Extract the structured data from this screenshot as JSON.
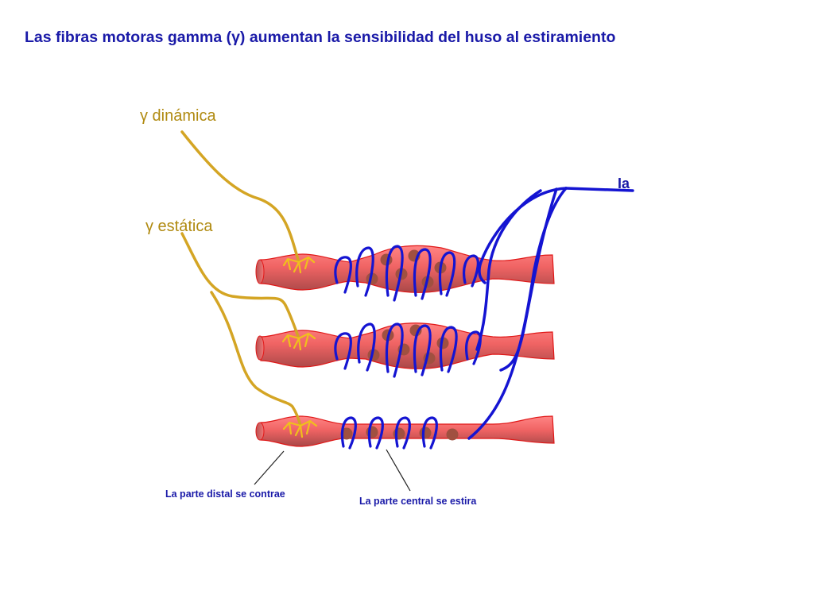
{
  "title": "Las fibras motoras gamma (γ) aumentan la sensibilidad del huso al estiramiento",
  "labels": {
    "gamma_dynamic": "γ dinámica",
    "gamma_static": "γ estática",
    "ia_afferent": "Ia",
    "distal_caption": "La parte distal se contrae",
    "central_caption": "La parte central se estira"
  },
  "colors": {
    "title": "#1a1aa8",
    "gamma_nerve": "#d4a524",
    "gamma_label": "#b08a10",
    "ia_nerve": "#1414d2",
    "fiber_fill": "#f06a6a",
    "fiber_shade": "#a84848",
    "fiber_outline": "#e01818",
    "nucleus": "#a05040",
    "caption": "#1a1aa8"
  }
}
